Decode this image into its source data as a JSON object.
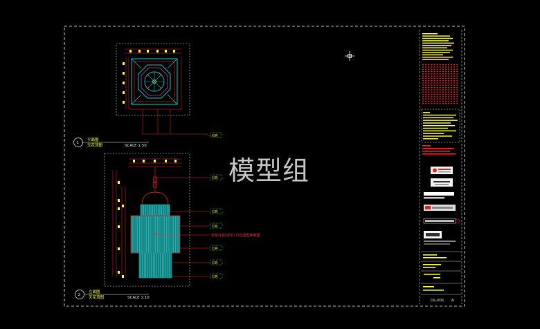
{
  "watermark": "模型组",
  "plan": {
    "view_number": "1",
    "title": "平面图",
    "subtitle": "天花顶图",
    "scale": "SCALE  1:50"
  },
  "elevation": {
    "view_number": "2",
    "title": "立面图",
    "subtitle": "天花顶图",
    "scale": "SCALE  1:10"
  },
  "callouts": {
    "plan_tag": "灯具",
    "elev_top": "灯具",
    "elev_tags": [
      "灯具",
      "灯具",
      "灯具",
      "灯具",
      "灯具"
    ],
    "elev_note": "天花灯具(详见) 灯具选型参考图"
  },
  "title_block": {
    "sheet_no": "DL-001",
    "revision": "A"
  },
  "colors": {
    "frame": "#ffffff",
    "dim": "#ff2222",
    "note": "#ffff33",
    "cyan": "#19c7c7",
    "leader": "#33ff33"
  }
}
